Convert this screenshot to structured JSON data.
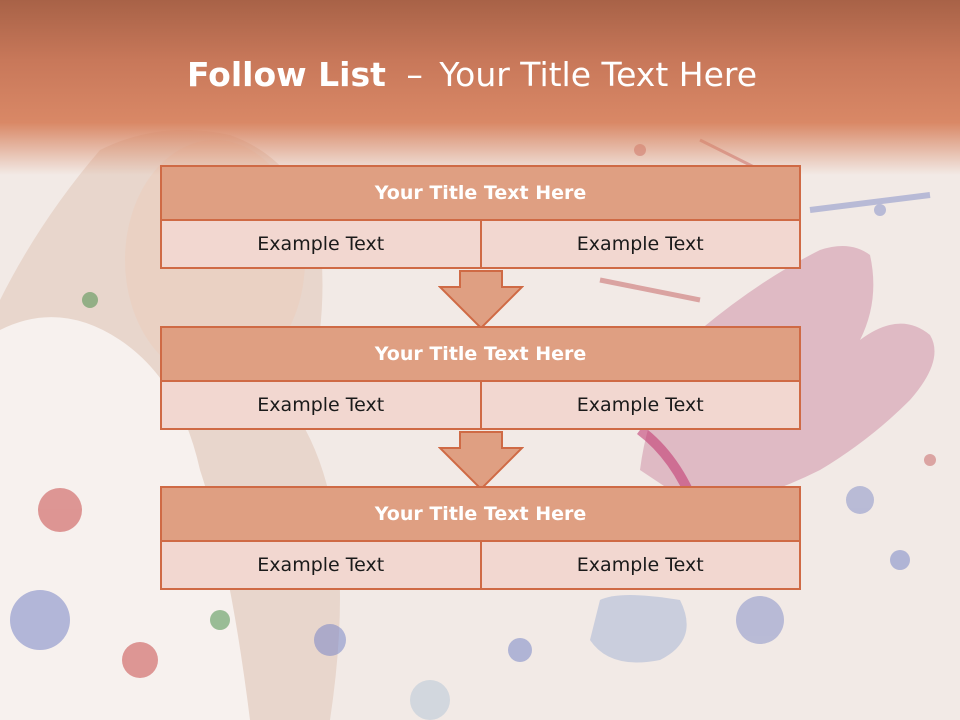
{
  "slide": {
    "title_bold": "Follow List",
    "title_dash": "–",
    "title_rest": "Your Title Text Here"
  },
  "blocks": [
    {
      "title": "Your Title Text Here",
      "left_text": "Example Text",
      "right_text": "Example Text"
    },
    {
      "title": "Your Title Text Here",
      "left_text": "Example Text",
      "right_text": "Example Text"
    },
    {
      "title": "Your Title Text Here",
      "left_text": "Example Text",
      "right_text": "Example Text"
    }
  ],
  "colors": {
    "header": "#c8785a",
    "block_title_fill": "#df9f82",
    "block_cell_fill": "#f2d7d0",
    "border": "#cf6a45"
  },
  "background_image": "paint-splattered-person-photo"
}
